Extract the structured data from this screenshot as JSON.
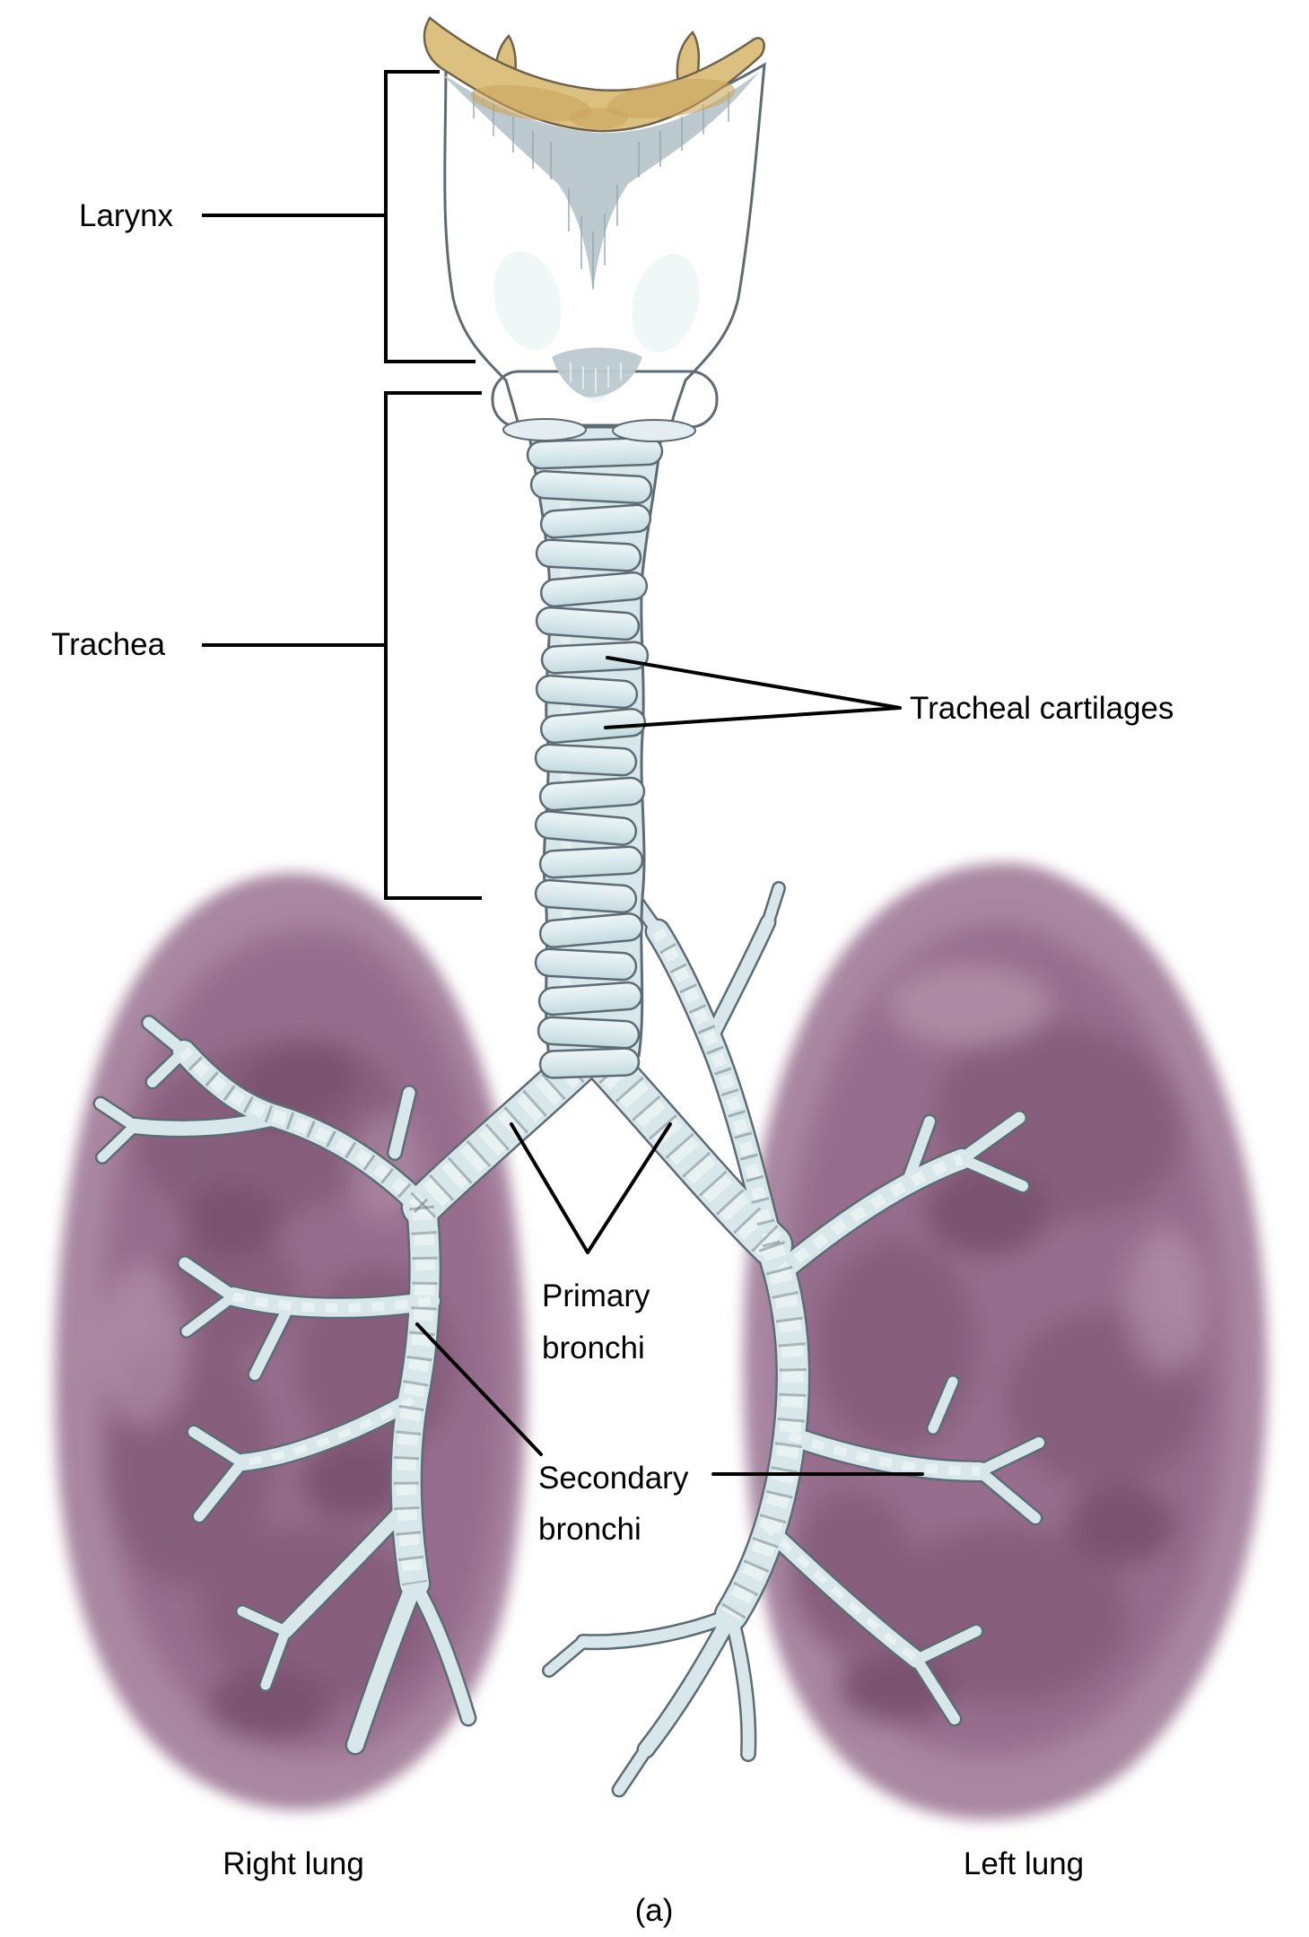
{
  "figure": {
    "caption": "(a)",
    "labels": {
      "larynx": "Larynx",
      "trachea": "Trachea",
      "tracheal_cartilages": "Tracheal cartilages",
      "primary_bronchi": {
        "line1": "Primary",
        "line2": "bronchi"
      },
      "secondary_bronchi": {
        "line1": "Secondary",
        "line2": "bronchi"
      },
      "right_lung": "Right lung",
      "left_lung": "Left lung"
    },
    "colors": {
      "lung_base": "#a987a1",
      "lung_mid": "#976d8d",
      "lung_dark": "#875e7d",
      "lung_darker": "#7a5270",
      "airway_fill": "#d8e7ea",
      "airway_highlight": "#eaf3f4",
      "airway_outline": "#5d6c74",
      "epiglottis_tan": "#dcc07f",
      "epiglottis_tan_dark": "#c9a55e",
      "membrane_gray": "#bcc9cf",
      "label_color": "#000000"
    }
  }
}
